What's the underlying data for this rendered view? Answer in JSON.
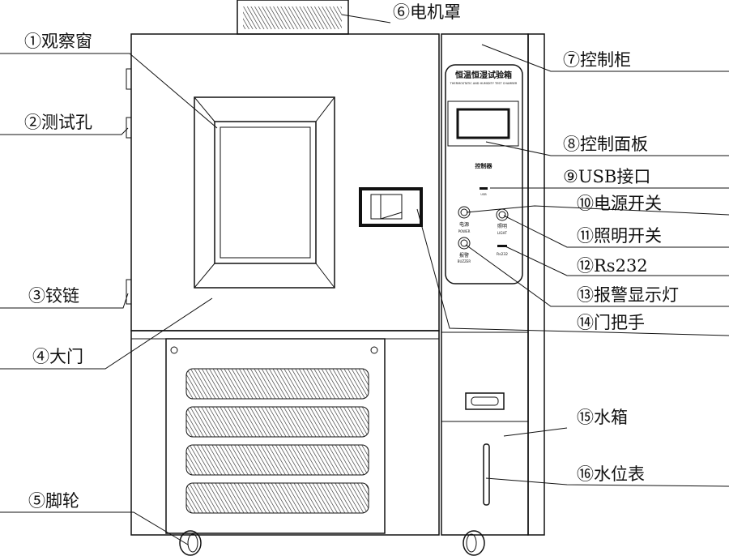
{
  "title": "恒温恒湿试验箱 front view diagram",
  "panel": {
    "title": "恒温恒湿试验箱",
    "subtitle": "THERMOSTATIC AND HUMIDITY TEST CHAMBER",
    "controller": "控制器",
    "usb": "USB",
    "power_cn": "电源",
    "power_en": "POWER",
    "light_cn": "照明",
    "light_en": "LIGHT",
    "buzzer_cn": "报警",
    "buzzer_en": "BUZZER",
    "rs232": "Rs232"
  },
  "labels": [
    "①观察窗",
    "②测试孔",
    "③铰链",
    "④大门",
    "⑤脚轮",
    "⑥电机罩",
    "⑦控制柜",
    "⑧控制面板",
    "⑨USB接口",
    "⑩电源开关",
    "⑪照明开关",
    "⑫Rs232",
    "⑬报警显示灯",
    "⑭门把手",
    "⑮水箱",
    "⑯水位表"
  ]
}
